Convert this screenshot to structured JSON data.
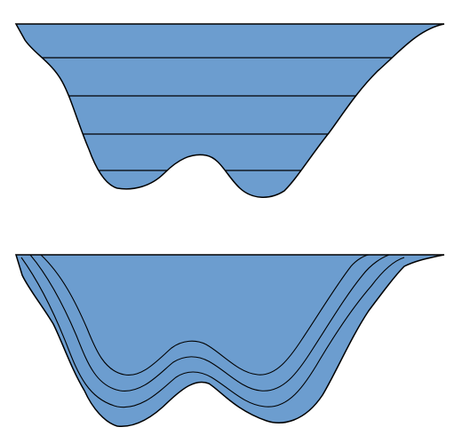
{
  "colors": {
    "fill": "#6c9dcf",
    "stroke": "#000000",
    "background": "#ffffff"
  },
  "diagrams": [
    {
      "id": "upper",
      "layer_style": "horizontal-lines",
      "layer_count": 4
    },
    {
      "id": "lower",
      "layer_style": "nested-contours",
      "layer_count": 3
    }
  ]
}
